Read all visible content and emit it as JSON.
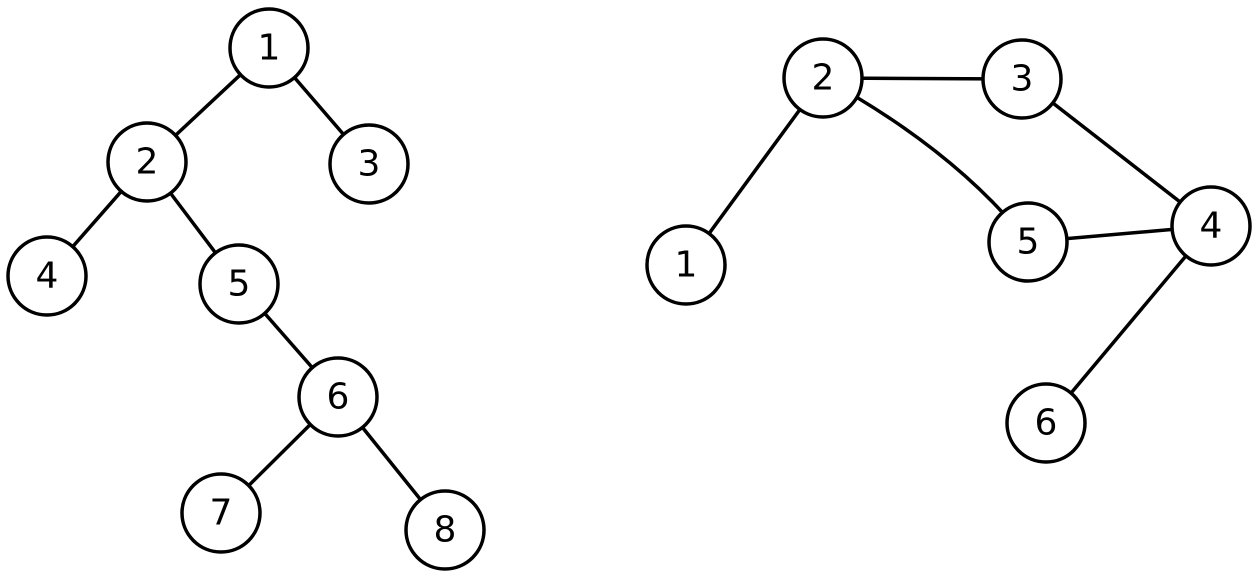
{
  "colors": {
    "stroke": "#000000",
    "background": "#ffffff"
  },
  "graphs": [
    {
      "id": "tree",
      "nodes": [
        {
          "id": "t1",
          "label": "1"
        },
        {
          "id": "t2",
          "label": "2"
        },
        {
          "id": "t3",
          "label": "3"
        },
        {
          "id": "t4",
          "label": "4"
        },
        {
          "id": "t5",
          "label": "5"
        },
        {
          "id": "t6",
          "label": "6"
        },
        {
          "id": "t7",
          "label": "7"
        },
        {
          "id": "t8",
          "label": "8"
        }
      ],
      "edges": [
        [
          "t1",
          "t2"
        ],
        [
          "t1",
          "t3"
        ],
        [
          "t2",
          "t4"
        ],
        [
          "t2",
          "t5"
        ],
        [
          "t5",
          "t6"
        ],
        [
          "t6",
          "t7"
        ],
        [
          "t6",
          "t8"
        ]
      ]
    },
    {
      "id": "graph",
      "nodes": [
        {
          "id": "g1",
          "label": "1"
        },
        {
          "id": "g2",
          "label": "2"
        },
        {
          "id": "g3",
          "label": "3"
        },
        {
          "id": "g4",
          "label": "4"
        },
        {
          "id": "g5",
          "label": "5"
        },
        {
          "id": "g6",
          "label": "6"
        }
      ],
      "edges": [
        [
          "g2",
          "g1"
        ],
        [
          "g2",
          "g3"
        ],
        [
          "g2",
          "g5"
        ],
        [
          "g3",
          "g4"
        ],
        [
          "g5",
          "g4"
        ],
        [
          "g4",
          "g6"
        ]
      ]
    }
  ]
}
